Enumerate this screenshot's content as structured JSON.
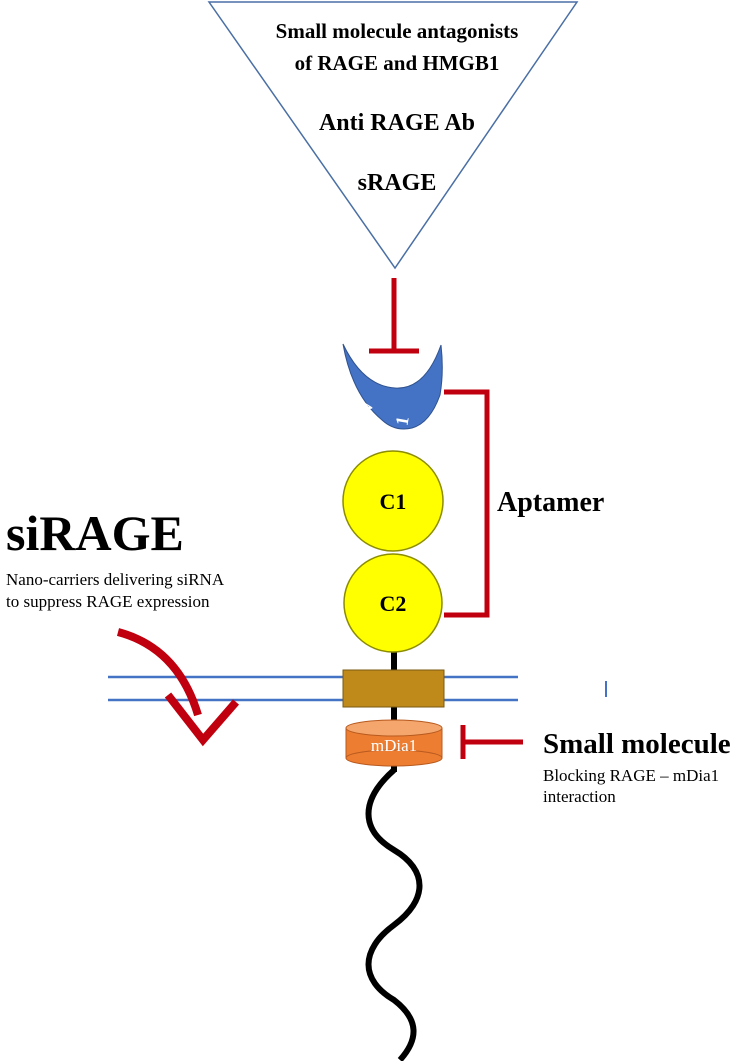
{
  "triangle": {
    "line1": "Small molecule antagonists",
    "line2": "of RAGE and HMGB1",
    "line3": "Anti RAGE Ab",
    "line4": "sRAGE"
  },
  "domains": {
    "v1_v": "V",
    "v1_1": "1",
    "c1": "C1",
    "c2": "C2",
    "mdia1": "mDia1"
  },
  "aptamer_label": "Aptamer",
  "sirage": {
    "title": "siRAGE",
    "desc_line1": "Nano-carriers delivering siRNA",
    "desc_line2": "to suppress RAGE expression"
  },
  "small_molecule": {
    "title": "Small molecule",
    "desc_line1": "Blocking RAGE – mDia1",
    "desc_line2": "interaction"
  },
  "colors": {
    "inhibitor_red": "#c0000e",
    "triangle_stroke": "#4a6fa5",
    "v_domain": "#4472c4",
    "c_domain": "#ffff00",
    "transmembrane": "#c08a1a",
    "mdia1": "#ed7d31",
    "membrane": "#4472c4"
  }
}
